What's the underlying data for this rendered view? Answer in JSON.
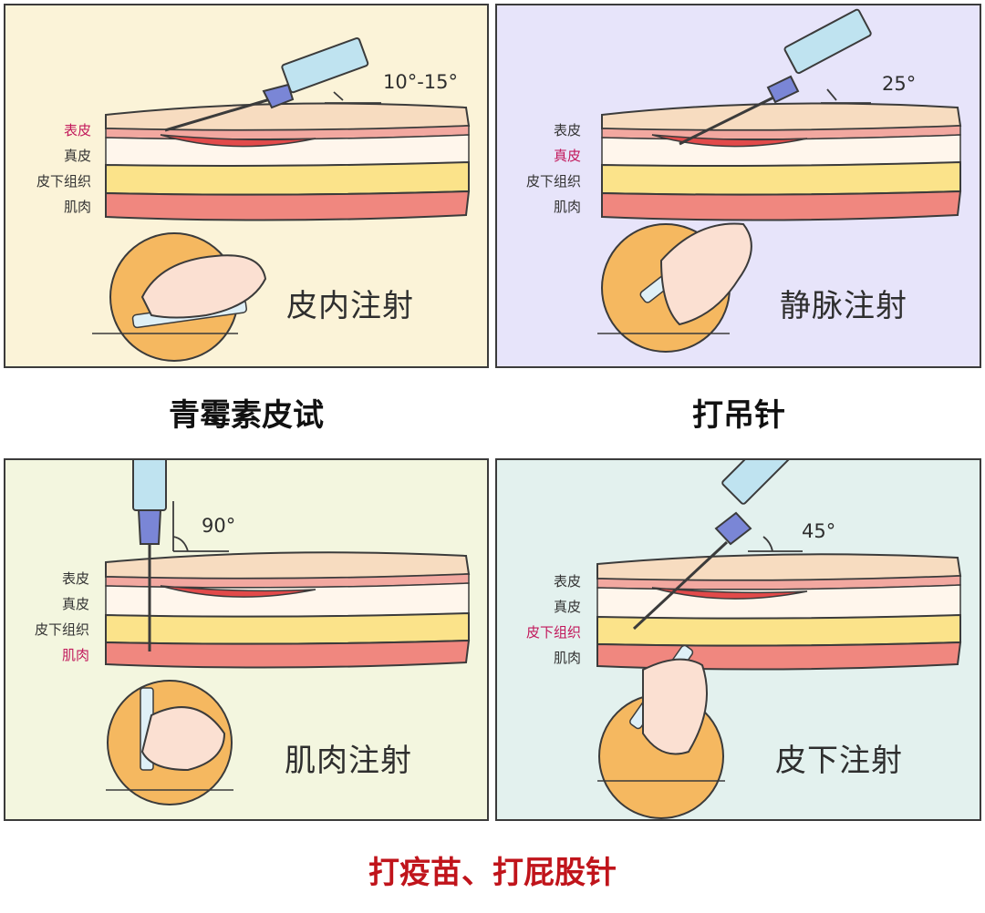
{
  "colors": {
    "panel1_bg": "#fbf3d8",
    "panel2_bg": "#e7e4fa",
    "panel3_bg": "#f3f6df",
    "panel4_bg": "#e3f1ee",
    "highlight": "#c2185b",
    "caption_red": "#c0141b"
  },
  "panels": [
    {
      "title": "皮内注射",
      "angle": "10°-15°",
      "layers": [
        "表皮",
        "真皮",
        "皮下组织",
        "肌肉"
      ],
      "highlighted_layer": "表皮",
      "caption": "青霉素皮试"
    },
    {
      "title": "静脉注射",
      "angle": "25°",
      "layers": [
        "表皮",
        "真皮",
        "皮下组织",
        "肌肉"
      ],
      "highlighted_layer": "真皮",
      "caption": "打吊针"
    },
    {
      "title": "肌肉注射",
      "angle": "90°",
      "layers": [
        "表皮",
        "真皮",
        "皮下组织",
        "肌肉"
      ],
      "highlighted_layer": "肌肉"
    },
    {
      "title": "皮下注射",
      "angle": "45°",
      "layers": [
        "表皮",
        "真皮",
        "皮下组织",
        "肌肉"
      ],
      "highlighted_layer": "皮下组织"
    }
  ],
  "bottom_caption": "打疫苗、打屁股针"
}
